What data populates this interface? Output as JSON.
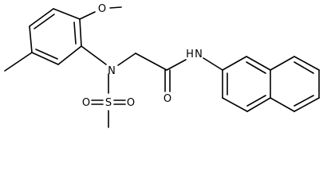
{
  "molecule": {
    "atoms": {
      "methoxy_O": "O",
      "sulfonyl_S": "S",
      "sulfonyl_O_left": "O",
      "sulfonyl_O_right": "O",
      "sulfonamide_N": "N",
      "carbonyl_O": "O",
      "amide_N": "N",
      "amide_H": "H"
    },
    "colors": {
      "bond": "#000000",
      "label": "#000000",
      "background": "#ffffff"
    }
  }
}
